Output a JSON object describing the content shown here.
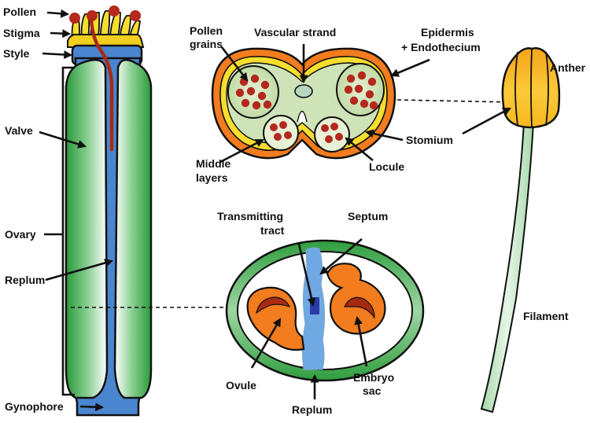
{
  "labels": {
    "pollen": "Pollen",
    "stigma": "Stigma",
    "style": "Style",
    "valve": "Valve",
    "ovary": "Ovary",
    "replum_left": "Replum",
    "gynophore": "Gynophore",
    "pollen_grains_line1": "Pollen",
    "pollen_grains_line2": "grains",
    "vascular_strand": "Vascular strand",
    "epidermis_line1": "Epidermis",
    "epidermis_line2": "+ Endothecium",
    "stomium": "Stomium",
    "middle_layers_line1": "Middle",
    "middle_layers_line2": "layers",
    "locule": "Locule",
    "anther": "Anther",
    "filament": "Filament",
    "transmitting_line1": "Transmitting",
    "transmitting_line2": "tract",
    "septum": "Septum",
    "ovule": "Ovule",
    "embryo_line1": "Embryo",
    "embryo_line2": "sac",
    "replum_bottom": "Replum"
  },
  "colors": {
    "valve_green": "#2e9e3c",
    "replum_blue": "#4a86d0",
    "ovule_orange": "#f27c1e",
    "embryo_red": "#a82a10",
    "pollen_red": "#b5281e",
    "stigma_yellow": "#f7dd2e",
    "anther_orange": "#f6a21c",
    "filament_green": "#c9e8cc",
    "locule_green": "#cfe3b8"
  }
}
